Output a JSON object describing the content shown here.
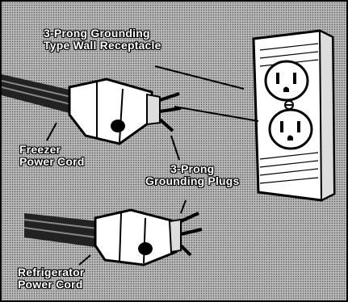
{
  "labels": {
    "receptacle": [
      "3-Prong Grounding",
      "Type Wall Receptacle"
    ],
    "freezer": [
      "Freezer",
      "Power Cord"
    ],
    "plugs": [
      "3-Prong",
      "Grounding Plugs"
    ],
    "refrigerator": [
      "Refrigerator",
      "Power Cord"
    ]
  },
  "colors": {
    "ink": "#000000",
    "paper": "#ffffff",
    "screen": "#b8b8b8"
  }
}
